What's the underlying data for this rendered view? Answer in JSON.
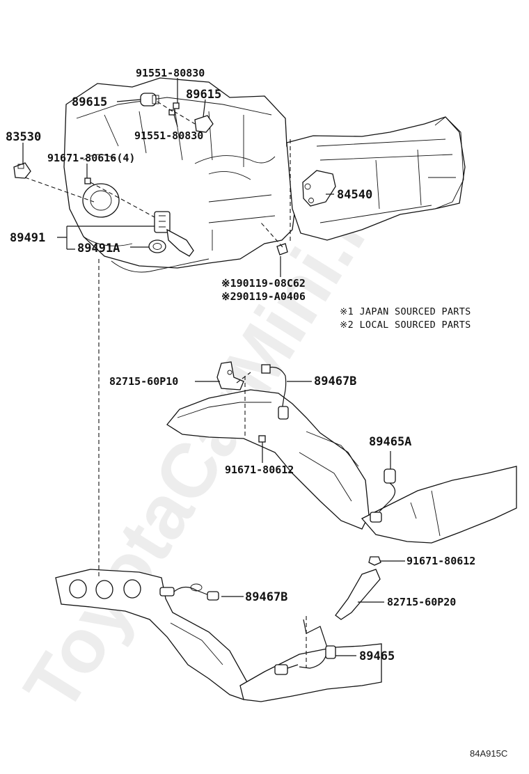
{
  "diagram_code": "84A915C",
  "watermark": "ToyotaCarMini.ru",
  "notes": {
    "japan": "※1 JAPAN SOURCED PARTS",
    "local": "※2 LOCAL SOURCED PARTS"
  },
  "labels": {
    "p91551_top": "91551-80830",
    "p89615_left": "89615",
    "p89615_right": "89615",
    "p91551_bot": "91551-80830",
    "p83530": "83530",
    "p91671_616": "91671-80616(4)",
    "p84540": "84540",
    "p89491": "89491",
    "p89491A": "89491A",
    "p90119_1": "※190119-08C62",
    "p90119_2": "※290119-A0406",
    "p82715_p10": "82715-60P10",
    "p89467B_top": "89467B",
    "p91671_612_mid": "91671-80612",
    "p89465A": "89465A",
    "p91671_612_low": "91671-80612",
    "p89467B_low": "89467B",
    "p82715_p20": "82715-60P20",
    "p89465": "89465"
  }
}
